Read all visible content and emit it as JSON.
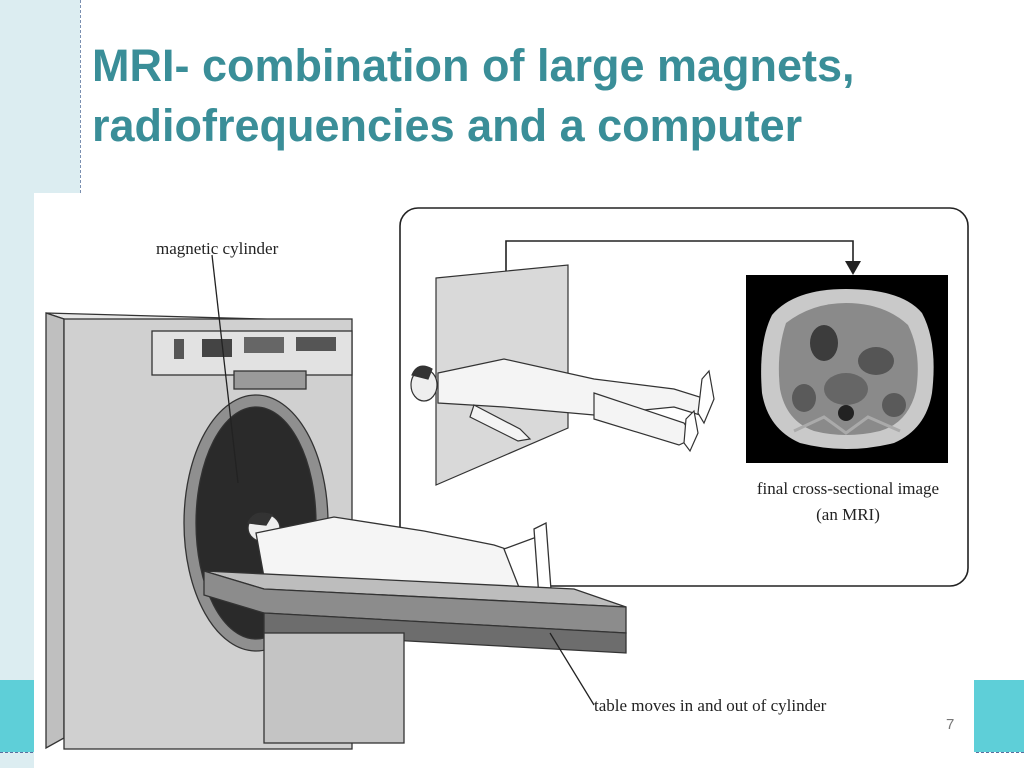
{
  "slide": {
    "title_line1": "MRI- combination of large magnets,",
    "title_line2": "radiofrequencies and a computer",
    "page_number": "7"
  },
  "figure": {
    "label_cylinder": "magnetic cylinder",
    "label_image_line1": "final cross-sectional image",
    "label_image_line2": "(an MRI)",
    "label_table": "table moves in and out of cylinder"
  },
  "colors": {
    "title": "#3a8e98",
    "accent_band": "#5ecfd8",
    "side_band": "#dcedf1"
  }
}
